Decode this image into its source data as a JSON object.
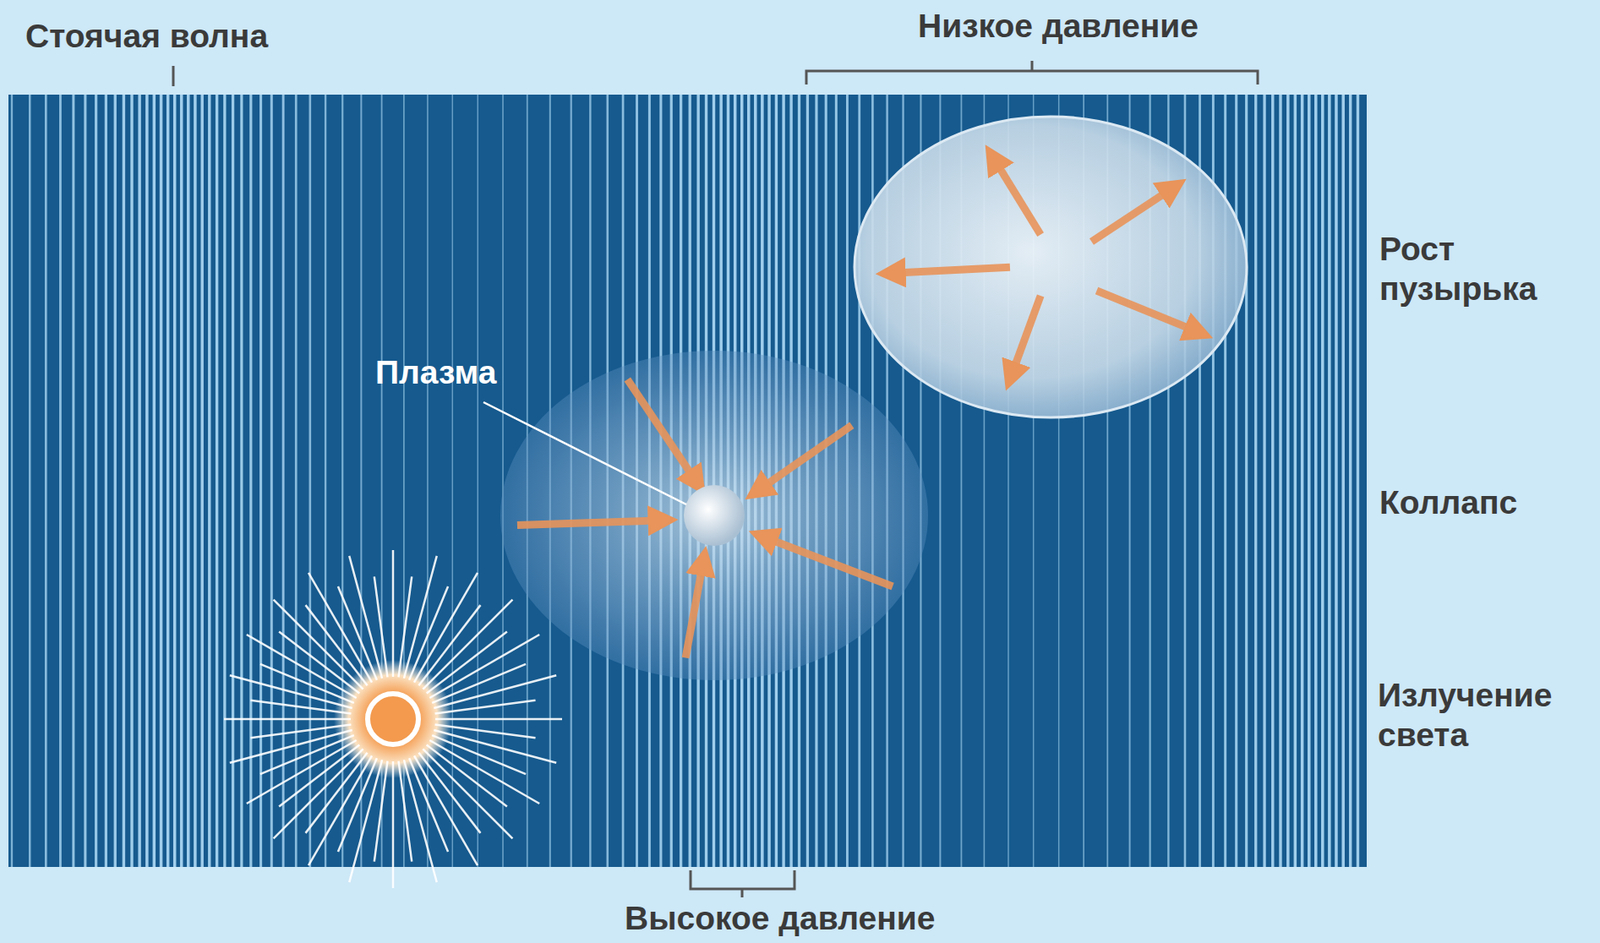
{
  "diagram": {
    "labels": [
      "Стоячая волна",
      "Низкое давление",
      "Рост пузырька",
      "Плазма",
      "Коллапс",
      "Излучение света",
      "Высокое давление"
    ]
  }
}
